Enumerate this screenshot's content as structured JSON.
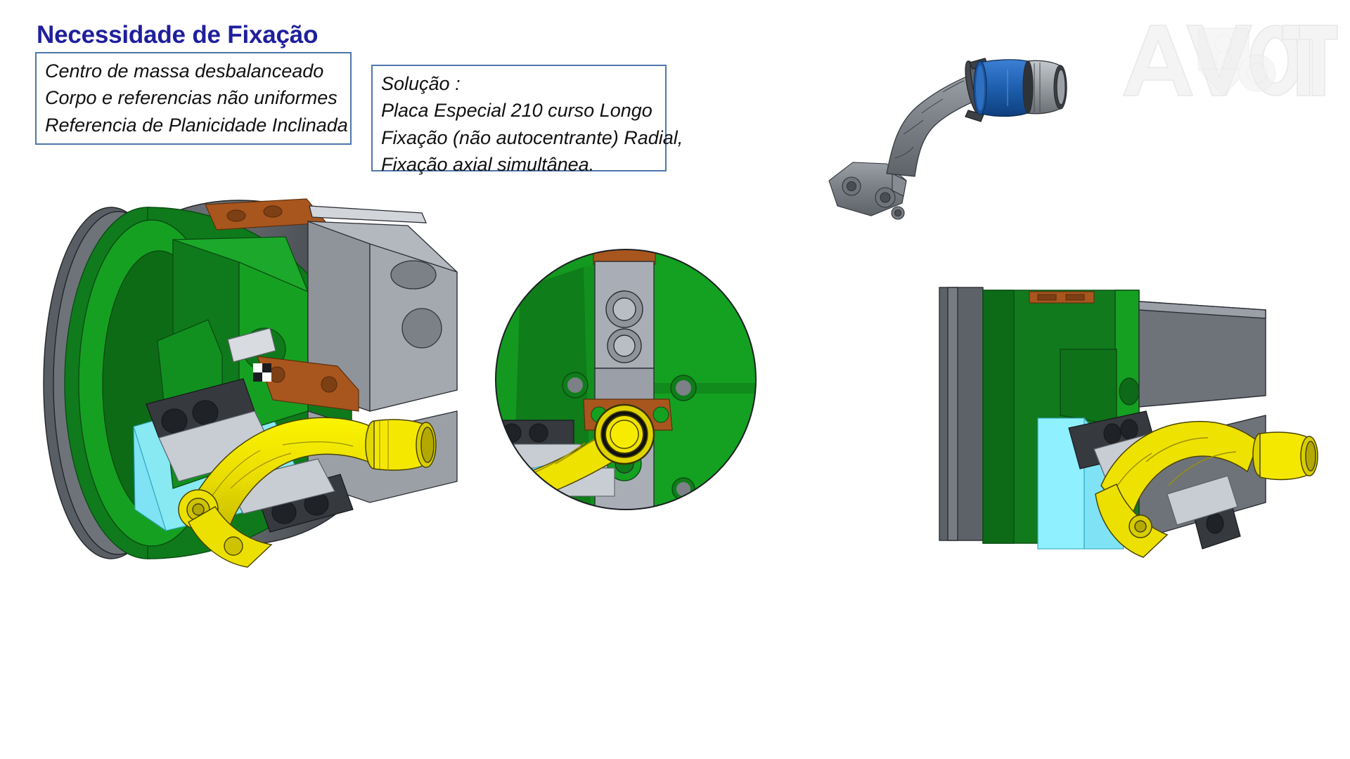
{
  "slide": {
    "title": "Necessidade de Fixação",
    "background_color": "#ffffff",
    "title_color": "#1f1f9c",
    "box_border_color": "#4e77ab"
  },
  "problem_box": {
    "name": "problem-statement-box",
    "lines": [
      "Centro de massa desbalanceado",
      "Corpo e referencias não uniformes",
      "Referencia de Planicidade Inclinada"
    ]
  },
  "solution_box": {
    "name": "solution-statement-box",
    "lines": [
      "Solução :",
      "Placa Especial 210 curso Longo",
      "Fixação (não autocentrante) Radial,",
      "Fixação axial simultânea."
    ]
  },
  "logo": {
    "text": "AVOTT",
    "style": "watermark-outline",
    "color": "#f2f2f2",
    "stroke": "#e4e4e4"
  },
  "figures": [
    {
      "name": "duct-assembly-isometric",
      "caption": "",
      "colors": {
        "body": "#7b7f85",
        "coupler": "#1e5fa8",
        "sleeve": "#8d9196",
        "outline": "#2c2f33"
      }
    },
    {
      "name": "chuck-front-isometric",
      "caption": "",
      "colors": {
        "chuck_body_dark": "#127a1f",
        "chuck_body_light": "#2cc32c",
        "chuck_rim": "#5a5f66",
        "jaw_gray": "#a9aeb6",
        "jaw_dark": "#3a3d42",
        "bronze": "#a8561e",
        "part_yellow": "#f2e800",
        "cyan_ref": "#8ff0ff"
      }
    },
    {
      "name": "chuck-front-view-circular",
      "caption": "",
      "colors": {
        "chuck_face": "#14a021",
        "chuck_face_dark": "#0d7d19",
        "jaw_gray": "#a9aeb6",
        "bronze": "#a8561e",
        "part_yellow": "#f2e800"
      }
    },
    {
      "name": "chuck-side-section-view",
      "caption": "",
      "colors": {
        "chuck_body": "#127a1f",
        "back_plate": "#5a5f66",
        "jaw_gray": "#9ba0a8",
        "part_yellow": "#f2e800",
        "cyan_ref": "#8ff0ff",
        "bronze": "#a8561e"
      }
    }
  ]
}
